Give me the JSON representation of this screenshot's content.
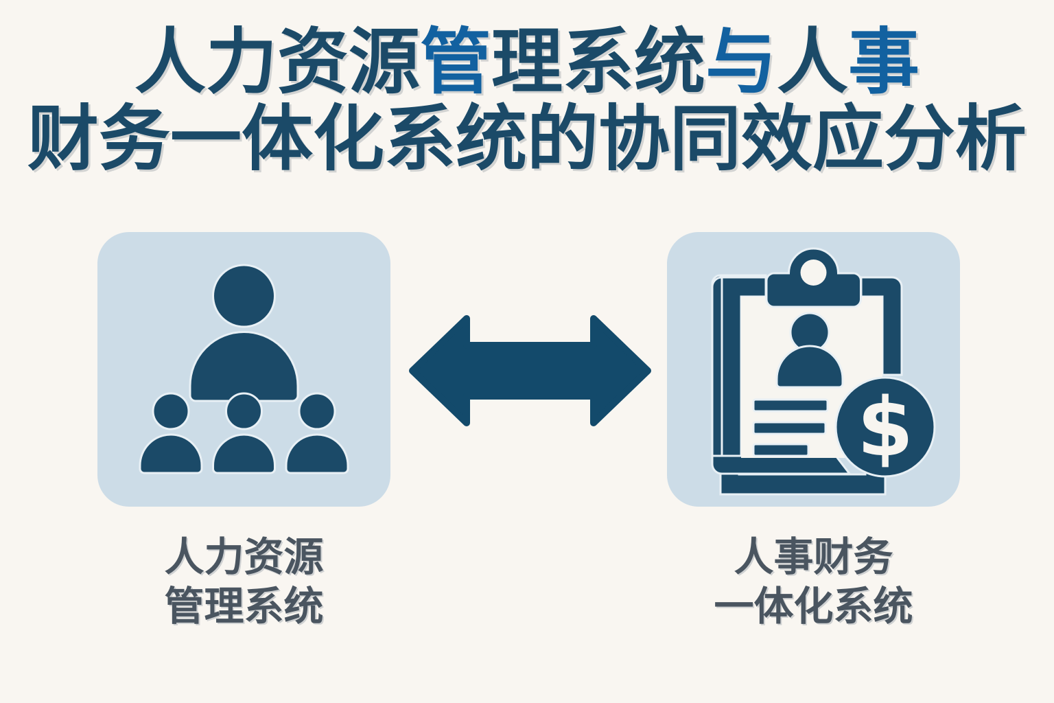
{
  "page": {
    "background_color": "#f9f6f1",
    "title": {
      "line1_part1": "人力资源",
      "line1_accent1": "管",
      "line1_part2": "理系统",
      "line1_accent2": "与",
      "line1_part3": "人",
      "line1_accent3": "事",
      "line2": "财务一体化系统的协同效应分析",
      "color_primary": "#1b4a68",
      "color_accent": "#1261a0"
    },
    "arrow": {
      "icon": "double-headed-arrow-icon",
      "color": "#134a6b"
    },
    "cards": [
      {
        "id": "hr-system",
        "icon": "people-group-icon",
        "background_color": "#ccdce7",
        "icon_color": "#1b4a68",
        "caption_line1": "人力资源",
        "caption_line2": "管理系统"
      },
      {
        "id": "finance-system",
        "icon": "clipboard-payroll-dollar-icon",
        "background_color": "#ccdce7",
        "icon_color": "#1b4a68",
        "caption_line1": "人事财务",
        "caption_line2": "一体化系统"
      }
    ],
    "caption_color": "#4a5560"
  }
}
